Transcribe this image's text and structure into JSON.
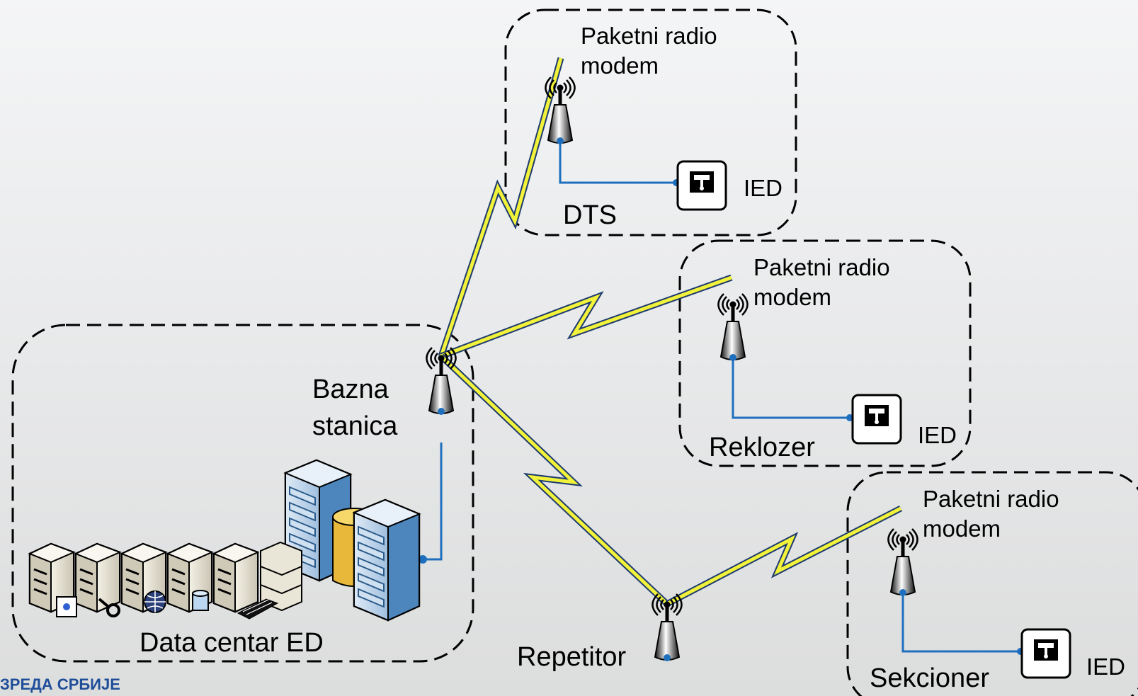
{
  "colors": {
    "accent": "#1f6fbf",
    "lightning": "#f2f23a",
    "lightning_edge": "#1c3a6e",
    "server_blue": "#6b9fcc"
  },
  "groups": {
    "dts": {
      "name": "DTS",
      "modem": "Paketni radio modem",
      "modem_line1": "Paketni radio",
      "modem_line2": "modem",
      "device": "IED"
    },
    "reklozer": {
      "name": "Reklozer",
      "modem_line1": "Paketni radio",
      "modem_line2": "modem",
      "device": "IED"
    },
    "sekcioner": {
      "name": "Sekcioner",
      "modem_line1": "Paketni radio",
      "modem_line2": "modem",
      "device": "IED"
    },
    "base": {
      "line1": "Bazna",
      "line2": "stanica"
    },
    "datacenter": {
      "name": "Data centar ED"
    },
    "repeater": {
      "name": "Repetitor"
    }
  },
  "footer": "ЗРЕДА СРБИЈЕ",
  "icons": [
    "antenna-icon",
    "ied-icon",
    "server-rack-icon",
    "workstation-server-icon",
    "database-icon"
  ]
}
